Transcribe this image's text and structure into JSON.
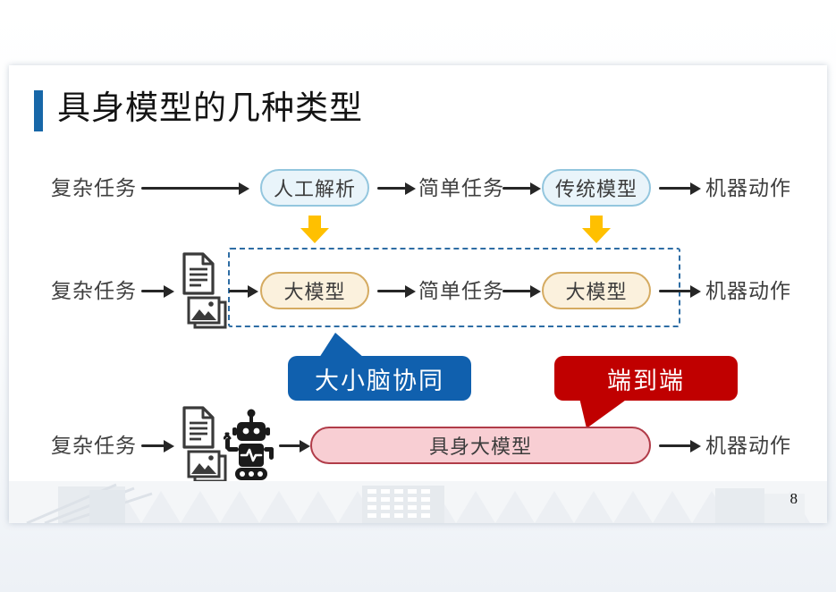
{
  "slide": {
    "title": "具身模型的几种类型",
    "page_number": "8"
  },
  "flow": {
    "manual": {
      "input": "复杂任务",
      "parse": "人工解析",
      "intermediate": "简单任务",
      "model": "传统模型",
      "output": "机器动作"
    },
    "llm": {
      "input": "复杂任务",
      "planner": "大模型",
      "intermediate": "简单任务",
      "controller": "大模型",
      "output": "机器动作"
    },
    "embodied": {
      "input": "复杂任务",
      "model": "具身大模型",
      "output": "机器动作"
    }
  },
  "callouts": {
    "cerebrum": "大小脑协同",
    "end_to_end": "端到端"
  },
  "icons": {
    "document": "document-icon",
    "picture": "picture-icon",
    "robot": "robot-icon",
    "down_arrow": "yellow-down-arrow-icon"
  },
  "colors": {
    "title_accent": "#1767a8",
    "callout_blue": "#1060ae",
    "callout_red": "#c00000",
    "yellow": "#ffc000",
    "blue_pill_fill": "#e9f4fa",
    "blue_pill_border": "#93c6de",
    "tan_pill_fill": "#fbf1dd",
    "tan_pill_border": "#d5ab61",
    "pink_pill_fill": "#f8ced3",
    "pink_pill_border": "#b13c49",
    "dashed_border": "#2e6da4",
    "arrow": "#262626",
    "label_text": "#3f3f3f"
  }
}
